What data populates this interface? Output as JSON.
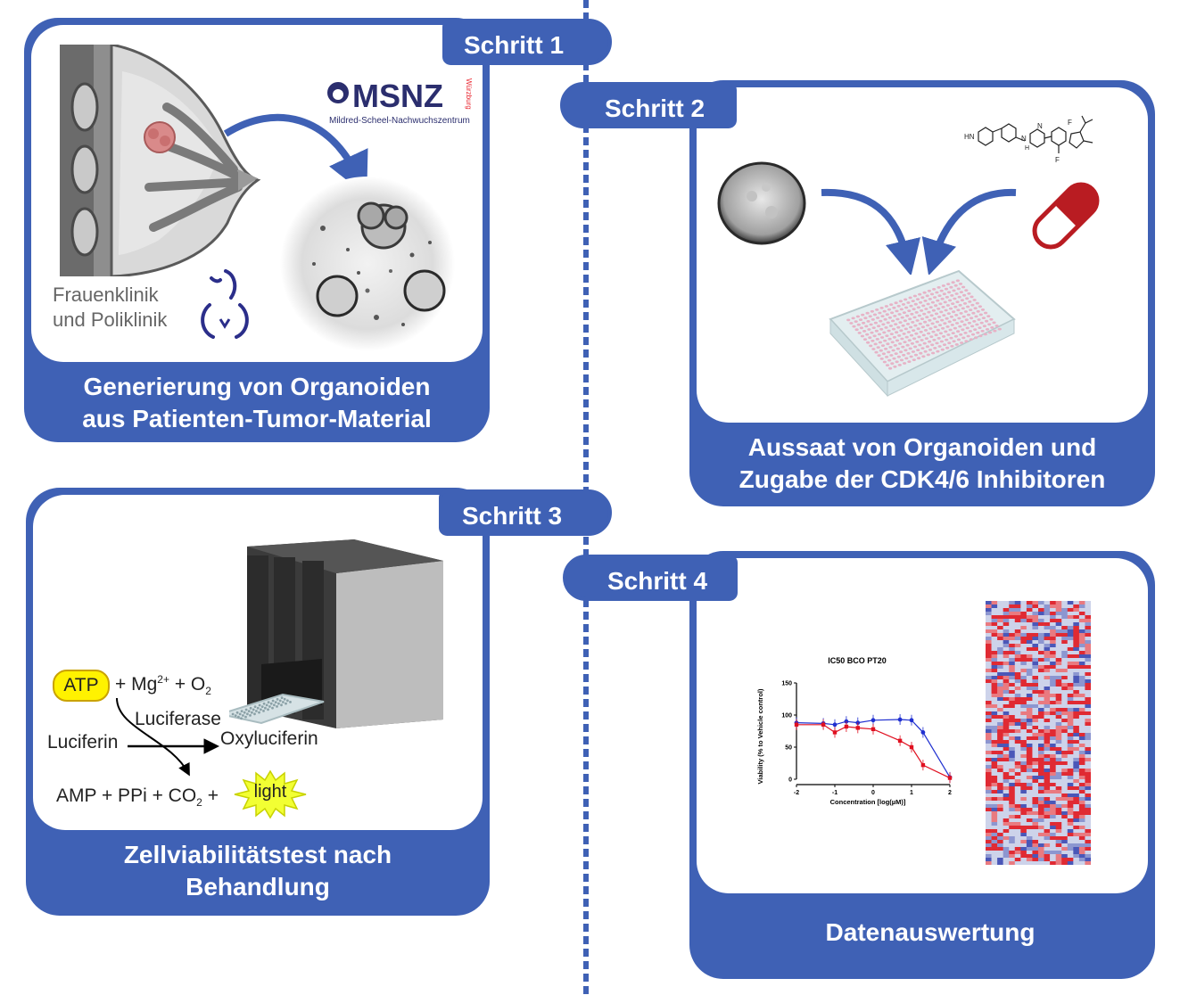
{
  "steps": {
    "step1": {
      "tab": "Schritt 1",
      "caption_line1": "Generierung von Organoiden",
      "caption_line2": "aus Patienten-Tumor-Material"
    },
    "step2": {
      "tab": "Schritt 2",
      "caption_line1": "Aussaat von Organoiden und",
      "caption_line2": "Zugabe der CDK4/6 Inhibitoren"
    },
    "step3": {
      "tab": "Schritt 3",
      "caption_line1": "Zellviabilitätstest nach",
      "caption_line2": "Behandlung"
    },
    "step4": {
      "tab": "Schritt 4",
      "caption": "Datenauswertung"
    }
  },
  "logos": {
    "msnz": {
      "name": "MSNZ",
      "sub": "Mildred-Scheel-Nachwuchszentrum",
      "side": "Würzburg"
    },
    "clinic_line1": "Frauenklinik",
    "clinic_line2": "und Poliklinik"
  },
  "reaction": {
    "atp": "ATP",
    "plus_mg": "+ Mg",
    "mg_charge": "2+",
    "plus_o": "+ O",
    "o_sub": "2",
    "enzyme": "Luciferase",
    "substrate": "Luciferin",
    "product": "Oxyluciferin",
    "byproducts": "AMP + PPi + CO",
    "co2_sub": "2",
    "plus": "+",
    "light": "light"
  },
  "molecule_labels": {
    "nh": "HN",
    "n1": "N",
    "n2": "N",
    "h": "H",
    "f1": "F",
    "f2": "F"
  },
  "colors": {
    "accent": "#3f61b5",
    "atp_highlight": "#fff200",
    "high": "#e8202a",
    "low": "#3a48b5",
    "capsule": "#b91c22"
  },
  "chart_data": {
    "type": "line",
    "title": "IC50 BCO PT20",
    "xlabel": "Concentration [log(µM)]",
    "ylabel": "Viability (% to Vehicle control)",
    "xlim": [
      -2,
      2
    ],
    "ylim": [
      0,
      150
    ],
    "x_ticks": [
      "-2",
      "-1",
      "0",
      "1",
      "2"
    ],
    "y_ticks": [
      "0",
      "50",
      "100",
      "150"
    ],
    "series": [
      {
        "color": "#2030d0",
        "x": [
          -2,
          -1.3,
          -1,
          -0.7,
          -0.4,
          0,
          0.7,
          1,
          1.3,
          2
        ],
        "y": [
          88,
          87,
          85,
          90,
          88,
          92,
          93,
          92,
          73,
          3
        ]
      },
      {
        "color": "#e01020",
        "x": [
          -2,
          -1.3,
          -1,
          -0.7,
          -0.4,
          0,
          0.7,
          1,
          1.3,
          2
        ],
        "y": [
          85,
          85,
          73,
          82,
          80,
          78,
          60,
          50,
          22,
          2
        ]
      }
    ]
  }
}
